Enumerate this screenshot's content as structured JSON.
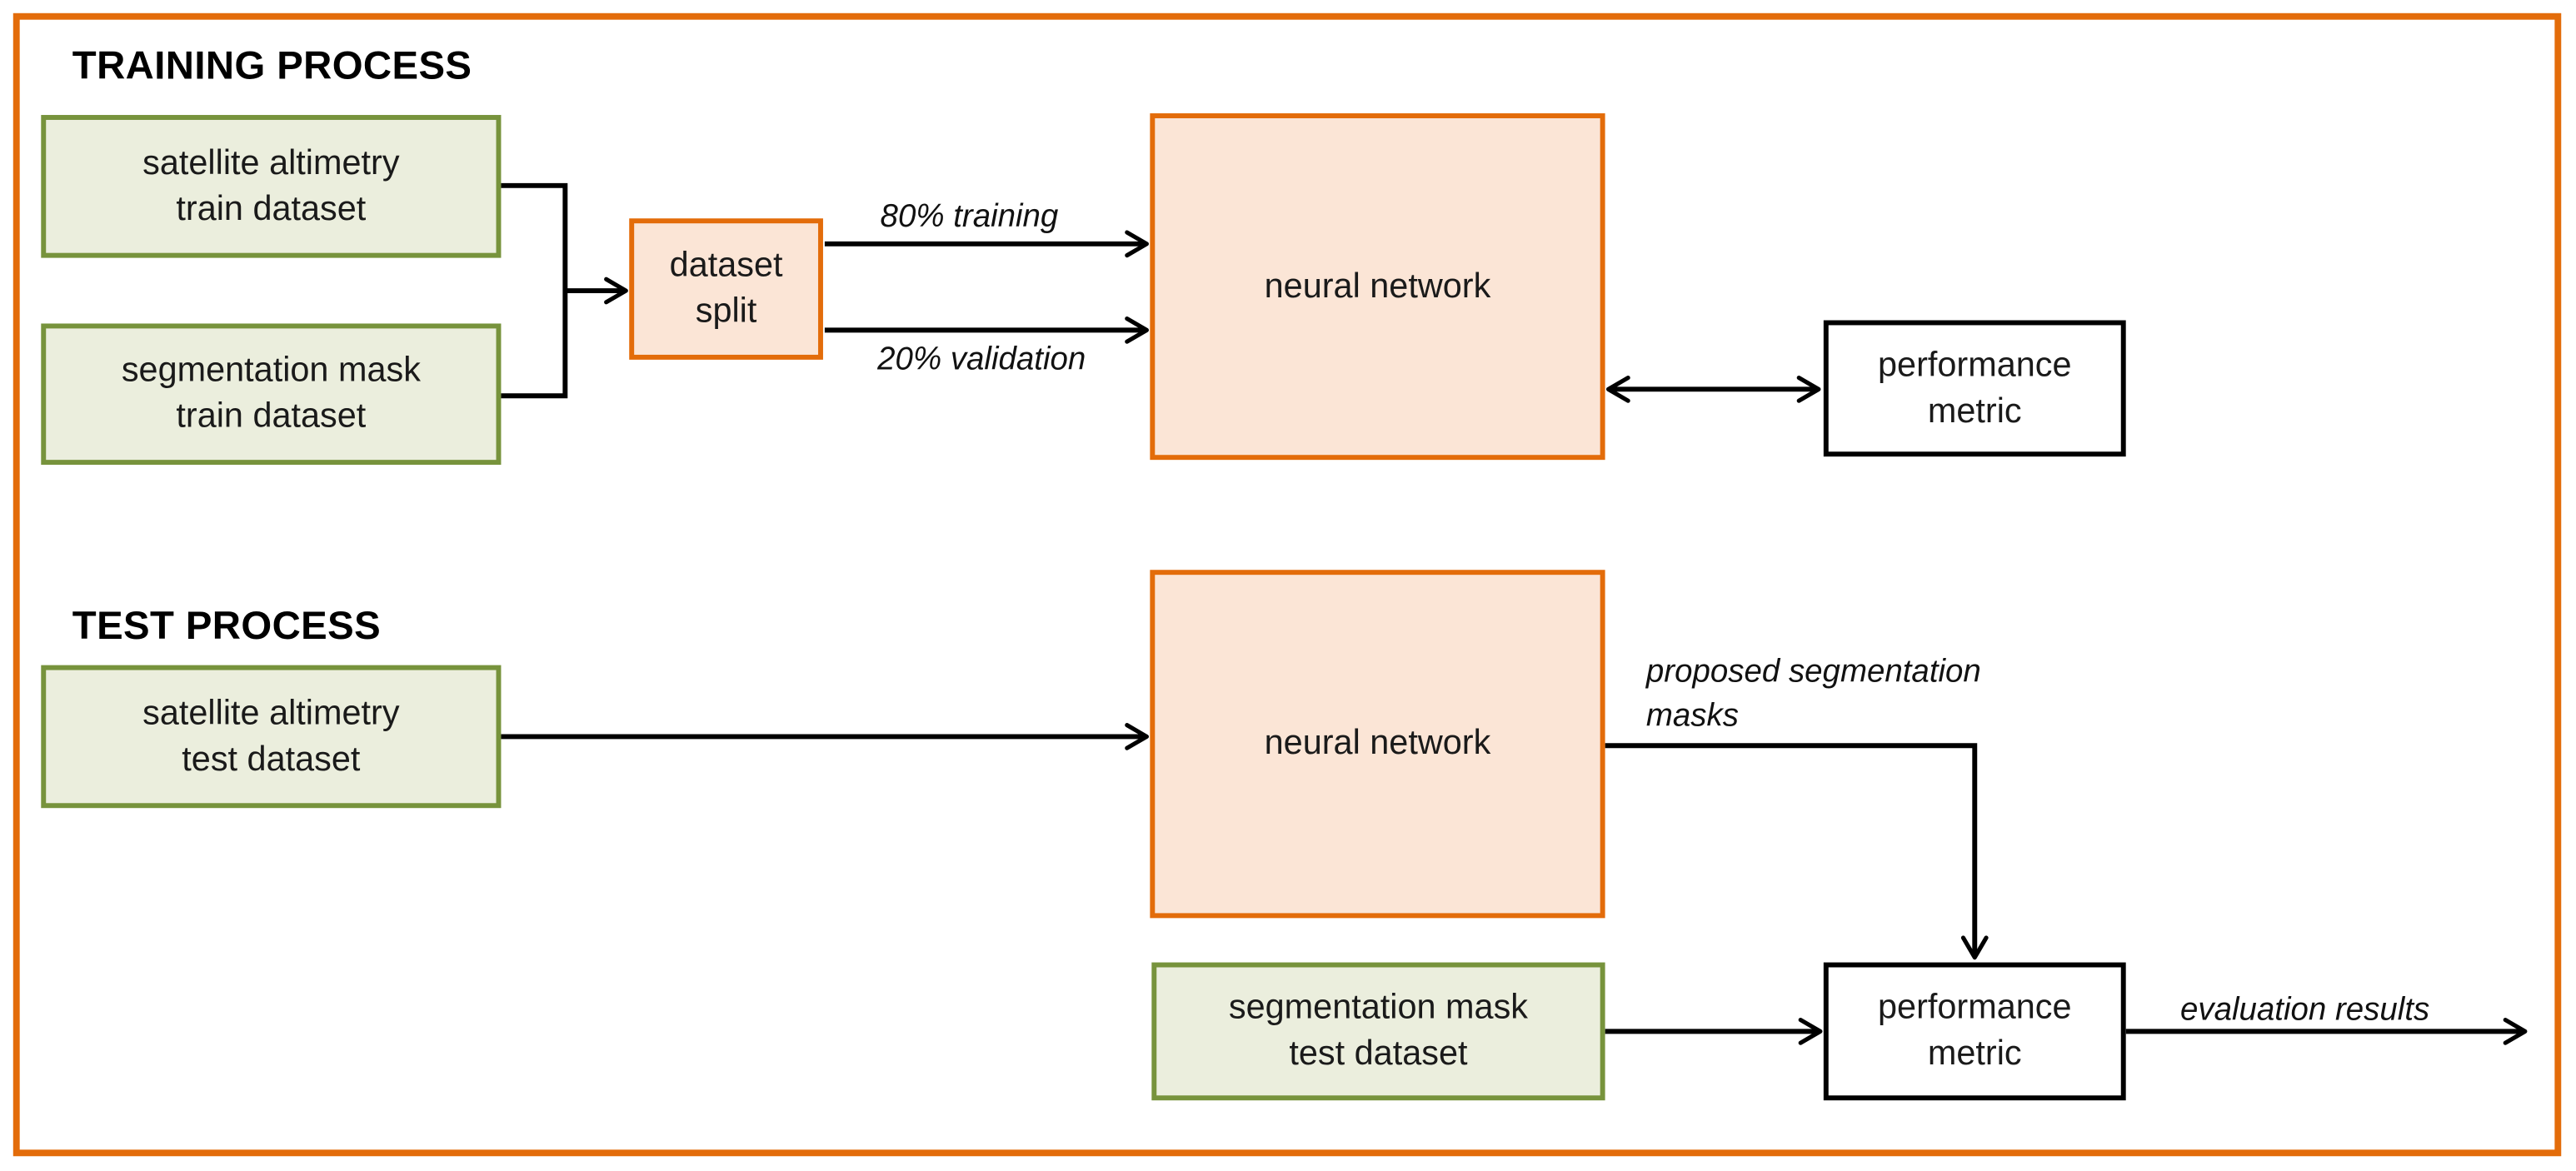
{
  "colors": {
    "dataset_fill": "#ebeedd",
    "dataset_border": "#77933c",
    "model_fill": "#fbe5d6",
    "model_border": "#e36c0a",
    "metric_fill": "#ffffff",
    "metric_border": "#000000",
    "frame": "#e36c0a",
    "arrow": "#000000",
    "text": "#1a1a1a"
  },
  "training": {
    "title": "TRAINING PROCESS",
    "satellite_box": {
      "line1": "satellite altimetry",
      "line2": "train dataset"
    },
    "mask_box": {
      "line1": "segmentation mask",
      "line2": "train dataset"
    },
    "split_box": {
      "line1": "dataset",
      "line2": "split"
    },
    "nn_box": {
      "label": "neural network"
    },
    "perf_box": {
      "line1": "performance",
      "line2": "metric"
    },
    "arrow_80": "80% training",
    "arrow_20": "20% validation"
  },
  "test": {
    "title": "TEST PROCESS",
    "satellite_box": {
      "line1": "satellite altimetry",
      "line2": "test dataset"
    },
    "nn_box": {
      "label": "neural network"
    },
    "mask_box": {
      "line1": "segmentation mask",
      "line2": "test dataset"
    },
    "perf_box": {
      "line1": "performance",
      "line2": "metric"
    },
    "proposed_label": {
      "line1": "proposed",
      "line2": "segmentation masks"
    },
    "eval_label": "evaluation results"
  }
}
